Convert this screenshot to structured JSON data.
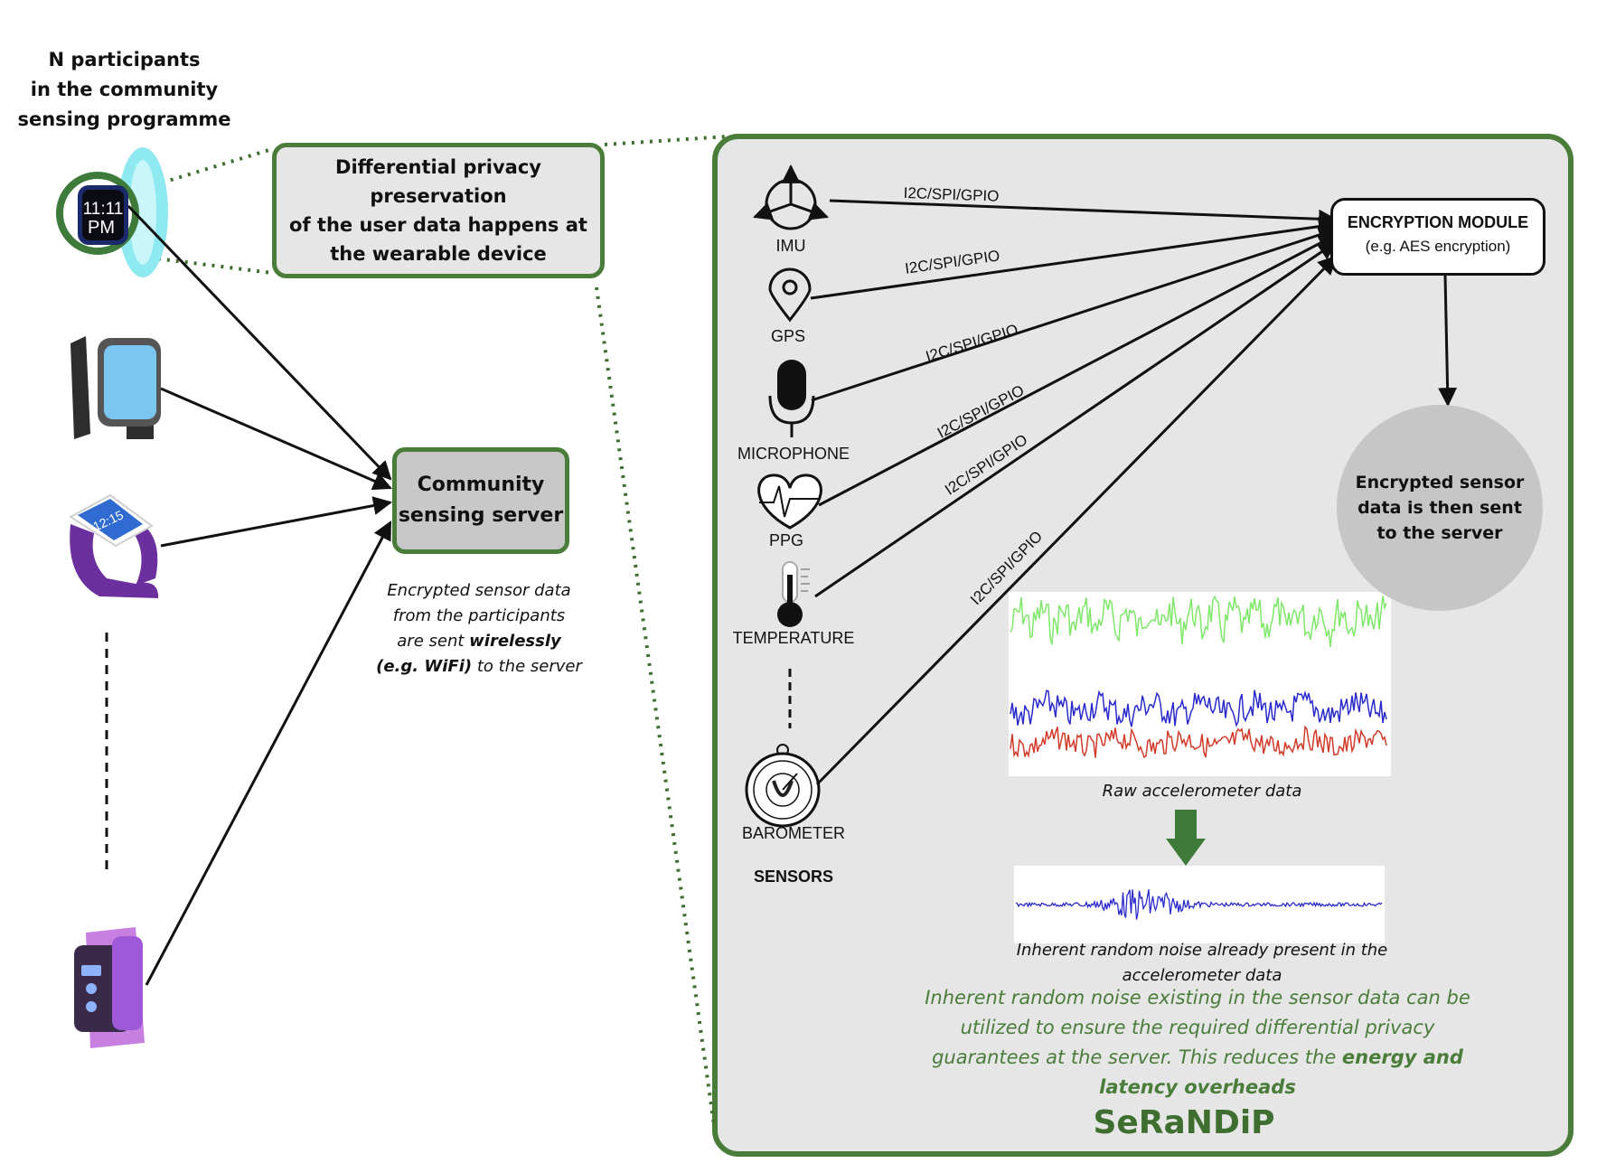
{
  "participants_title": "N participants\nin the community\nsensing programme",
  "privacy_box": "Differential privacy\npreservation\nof the user data happens at\nthe wearable device",
  "server_box": "Community\nsensing server",
  "server_caption": {
    "line1": "Encrypted sensor data",
    "line2": "from the participants",
    "line3_a": "are sent ",
    "line3_b": "wirelessly",
    "line4_a": "(e.g. WiFi)",
    "line4_b": " to the server"
  },
  "watch_time": {
    "hour": "11:11",
    "ampm": "PM"
  },
  "smartwatch_time": "12:15",
  "sensors": {
    "heading": "SENSORS",
    "items": [
      {
        "label": "IMU",
        "icon": "imu-icon"
      },
      {
        "label": "GPS",
        "icon": "gps-pin-icon"
      },
      {
        "label": "MICROPHONE",
        "icon": "microphone-icon"
      },
      {
        "label": "PPG",
        "icon": "heart-pulse-icon"
      },
      {
        "label": "TEMPERATURE",
        "icon": "thermometer-icon"
      },
      {
        "label": "BAROMETER",
        "icon": "barometer-icon"
      }
    ]
  },
  "bus_label": "I2C/SPI/GPIO",
  "encryption": {
    "title": "ENCRYPTION MODULE",
    "subtitle": "(e.g. AES encryption)"
  },
  "encrypted_note": "Encrypted sensor\ndata is then sent\nto the server",
  "raw_caption": "Raw accelerometer data",
  "noise_caption": "Inherent random noise already present in the\naccelerometer data",
  "green_note": {
    "part1": "Inherent random noise existing in the sensor data can be utilized to ensure the required differential privacy guarantees at the server. This reduces the ",
    "bold": "energy and latency overheads"
  },
  "brand": "SeRaNDiP",
  "colors": {
    "accent_green": "#4a7c3a",
    "panel_gray": "#e6e6e6",
    "signal_green": "#7fe86a",
    "signal_blue": "#2a2acc",
    "signal_red": "#d23a2a"
  }
}
